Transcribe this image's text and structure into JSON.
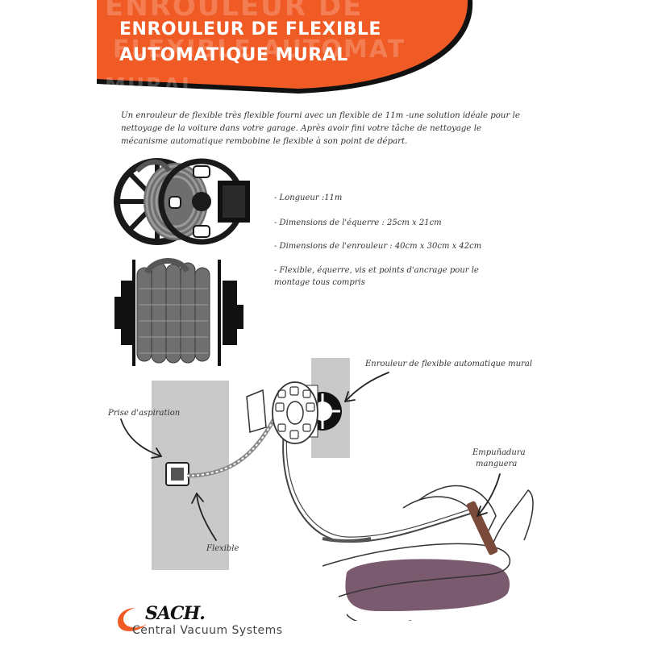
{
  "header": {
    "title_line1": "ENROULEUR DE FLEXIBLE",
    "title_line2": "AUTOMATIQUE MURAL",
    "ghost_line1": "ENROULEUR DE",
    "ghost_line2": "FLEXIBLE AUTOMAT",
    "ghost_line3": "MURAL",
    "banner_color": "#f05a24"
  },
  "intro": {
    "text": "Un enrouleur de flexible très flexible fourni avec un flexible de 11m -une solution idéale pour le nettoyage de la voiture dans votre garage. Après avoir fini votre tâche de nettoyage le mécanisme automatique rembobine le flexible à son point de départ."
  },
  "features": [
    "- Longueur :11m",
    "- Dimensions de l'équerre : 25cm x 21cm",
    "- Dimensions de l'enrouleur : 40cm x 30cm x 42cm",
    "- Flexible, équerre, vis et points d'ancrage pour le montage tous compris"
  ],
  "diagram": {
    "label_reel": "Enrouleur de flexible automatique mural",
    "label_inlet": "Prise d'aspiration",
    "label_hose": "Flexible",
    "label_handle_line1": "Empuñadura",
    "label_handle_line2": "manguera",
    "wall_color": "#c9c9c9",
    "car_seat_color": "#7a5a6e"
  },
  "logo": {
    "brand": "SACH.",
    "tagline": "Central Vacuum Systems",
    "accent_color": "#f05a24"
  }
}
